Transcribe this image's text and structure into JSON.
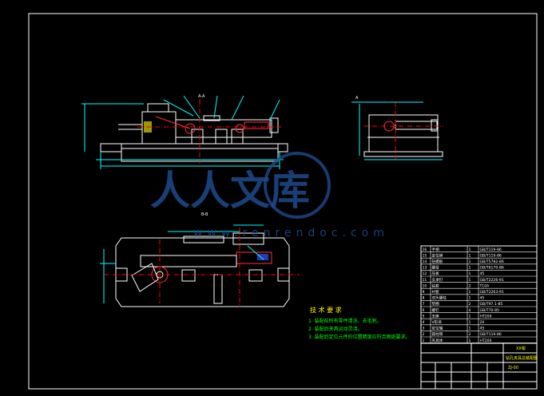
{
  "drawing": {
    "section_labels": [
      "A-A",
      "B-B",
      "A"
    ],
    "technical_requirements": {
      "title": "技 术 要 求",
      "items": [
        "1. 装配前所有零件清洗、去毛刺。",
        "2. 装配后夹具运动灵活。",
        "3. 装配后定位元件的位置精度应符合图纸要求。"
      ]
    },
    "watermark": {
      "text": "人人文库",
      "url": "www.renrendoc.com"
    },
    "title_block": {
      "product_name": "XX钳",
      "drawing_title": "钻孔夹具总装配图",
      "drawing_number": "ZJ-00"
    },
    "parts_list": {
      "rows": [
        {
          "no": "16",
          "name": "手柄",
          "qty": "1",
          "material": "GB/T119-86"
        },
        {
          "no": "15",
          "name": "定位销",
          "qty": "1",
          "material": "GB/T119-86"
        },
        {
          "no": "14",
          "name": "钻模板",
          "qty": "1",
          "material": "GB/T5782-86"
        },
        {
          "no": "13",
          "name": "螺母",
          "qty": "1",
          "material": "GB/T6170-86"
        },
        {
          "no": "12",
          "name": "压板",
          "qty": "1",
          "material": "45"
        },
        {
          "no": "11",
          "name": "支承钉",
          "qty": "1",
          "material": "GB/T2226-91"
        },
        {
          "no": "10",
          "name": "钻套",
          "qty": "2",
          "material": "T10A"
        },
        {
          "no": "9",
          "name": "衬套",
          "qty": "1",
          "material": "GB/T2263-91"
        },
        {
          "no": "8",
          "name": "双头螺柱",
          "qty": "1",
          "material": "45"
        },
        {
          "no": "7",
          "name": "垫圈",
          "qty": "2",
          "material": "GB/T97.1-85"
        },
        {
          "no": "6",
          "name": "螺钉",
          "qty": "4",
          "material": "GB/T70-85"
        },
        {
          "no": "5",
          "name": "支座",
          "qty": "1",
          "material": "HT200"
        },
        {
          "no": "4",
          "name": "V形块",
          "qty": "1",
          "material": "20"
        },
        {
          "no": "3",
          "name": "定位轴",
          "qty": "1",
          "material": "45"
        },
        {
          "no": "2",
          "name": "圆柱销",
          "qty": "2",
          "material": "GB/T119-86"
        },
        {
          "no": "1",
          "name": "夹具体",
          "qty": "1",
          "material": "HT200"
        }
      ]
    }
  },
  "colors": {
    "background": "#000000",
    "outline": "#ffffff",
    "dimension": "#00ffff",
    "center_line": "#ff0000",
    "annotation": "#ffff00",
    "requirement_text": "#00ff00",
    "watermark": "#1e4a8c"
  }
}
